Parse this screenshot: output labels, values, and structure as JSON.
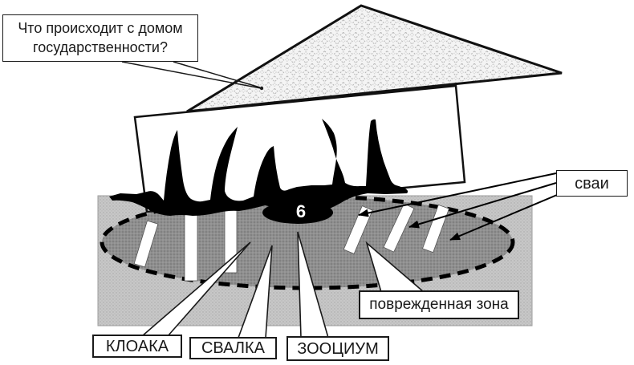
{
  "question_callout": {
    "text": "Что происходит с домом государственности?"
  },
  "labels": {
    "piles": "сваи",
    "damaged_zone": "поврежденная зона",
    "cloaca": "КЛОАКА",
    "dump": "СВАЛКА",
    "zoocium": "ЗООЦИУМ"
  },
  "zone_marker": {
    "value": "6"
  },
  "colors": {
    "ground_gray": "#c7c7c7",
    "damaged_zone_gray": "#8f8f8f",
    "stain_black": "#000000",
    "pile_white": "#ffffff",
    "outline_black": "#1a1a1a"
  }
}
